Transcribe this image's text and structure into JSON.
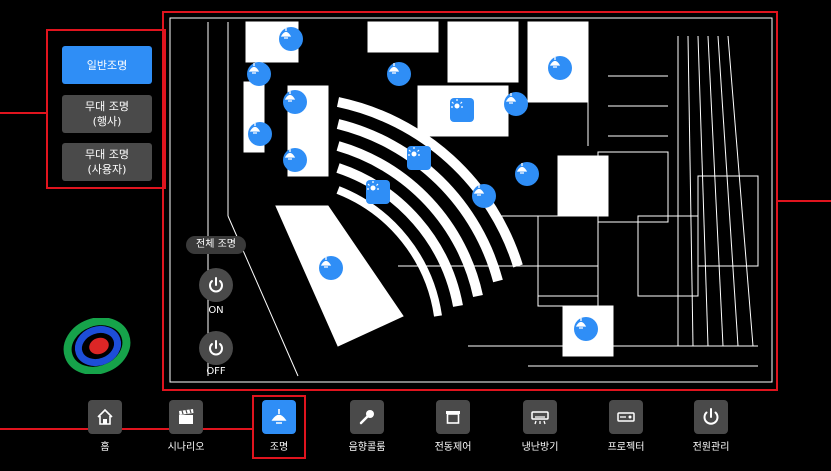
{
  "modes": [
    {
      "line1": "일반조명",
      "line2": "",
      "active": true
    },
    {
      "line1": "무대 조명",
      "line2": "(행사)",
      "active": false
    },
    {
      "line1": "무대 조명",
      "line2": "(사용자)",
      "active": false
    }
  ],
  "all_lighting": {
    "label": "전체 조명",
    "on_label": "ON",
    "off_label": "OFF"
  },
  "nav": [
    {
      "label": "홈",
      "icon": "home-icon"
    },
    {
      "label": "시나리오",
      "icon": "clapperboard-icon"
    },
    {
      "label": "조명",
      "icon": "ceiling-lamp-icon"
    },
    {
      "label": "음향콜룸",
      "icon": "microphone-icon"
    },
    {
      "label": "전동제어",
      "icon": "motor-box-icon"
    },
    {
      "label": "냉난방기",
      "icon": "air-conditioner-icon"
    },
    {
      "label": "프로젝터",
      "icon": "projector-icon"
    },
    {
      "label": "전원관리",
      "icon": "power-icon"
    }
  ],
  "colors": {
    "accent": "#2f8ef6",
    "annotation": "#e0141e",
    "button_bg": "#4a4a4a"
  }
}
